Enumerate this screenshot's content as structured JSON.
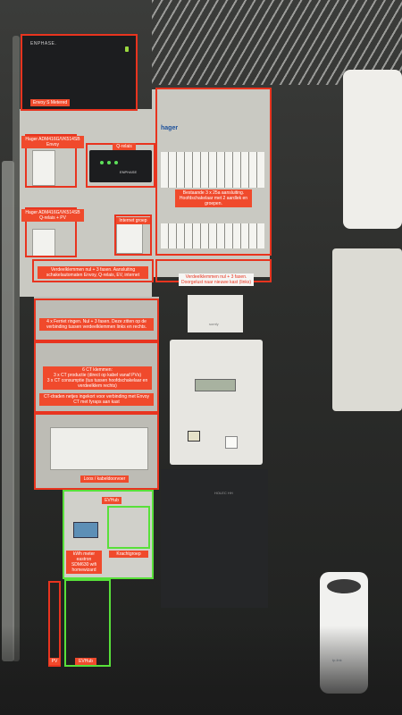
{
  "labels": {
    "envoy_s_metered": "Envoy S Metered",
    "hager_envoy": "Hager ADM416G/VK514SB Envoy",
    "q_relais": "Q-relais",
    "hager_q_relais_pv": "Hager ADM416G/VK514SB Q-relais + PV",
    "internet_groep": "Internet groep",
    "bestaande": "Bestaande 3 x 25a aansluiting. Hoofdschakelaar met 2 aardlek en groepen.",
    "verdeelklemmen_left": "Verdeelklemmen nul + 3 fasen. Aansluiting schakelautomaten Envoy, Q-relais, EV, internet",
    "verdeelklemmen_right": "Verdeelklemmen nul + 3 fasen. Doorgelust naar nieuwe kast (links)",
    "ferriet": "4 x Ferriet ringen. Nul + 3 fasen. Deze zitten op de verbinding tussen verdeelklemmen links en rechts.",
    "ct_klemmen": "6 CT klemmen:\n3 x CT productie (direct op kabel vanaf PVs)\n3 x CT consumptie (tus tussen hoofdschakelaar en verdeelklem rechts)",
    "ct_draden": "CT-draden netjes ingekort voor verbinding met Envoy CT met fyraps aan kast",
    "loos": "Loos / kabeldoorvoer",
    "evhub_top": "EVHub",
    "kwh_meter": "kWh meter eastron SDM630 wifi homewizard",
    "krachtgroep": "Krachtgroep",
    "pv": "PV",
    "evhub_bottom": "EVHub"
  },
  "device_text": {
    "enphase_top": "ENPHASE.",
    "enphase_relay": "ENPHASE",
    "hager": "hager",
    "somfy": "somfy",
    "holec": "HOLEC HH",
    "tplink": "tp-link"
  },
  "colors": {
    "annotation_red": "#e8341f",
    "annotation_green": "#58e03a"
  }
}
